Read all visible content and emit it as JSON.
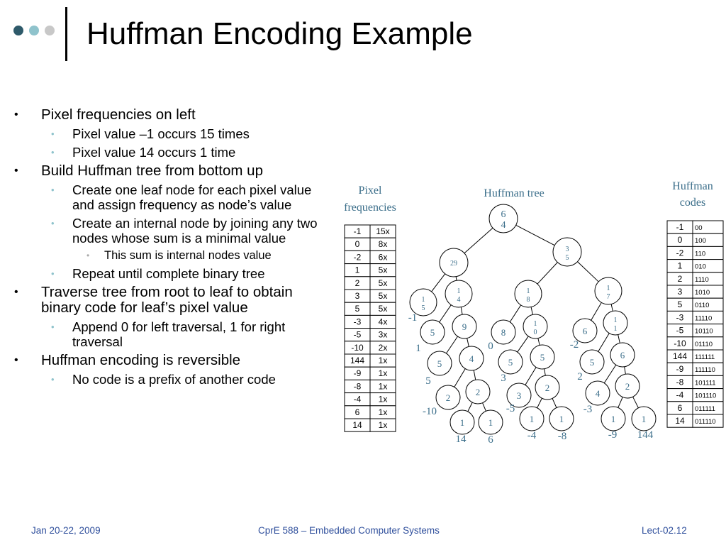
{
  "slide": {
    "title": "Huffman Encoding Example"
  },
  "bullets": [
    {
      "level": 1,
      "text": "Pixel frequencies on left"
    },
    {
      "level": 2,
      "text": "Pixel value –1 occurs 15 times"
    },
    {
      "level": 2,
      "text": "Pixel value 14 occurs 1 time"
    },
    {
      "level": 1,
      "text": "Build Huffman tree from bottom up"
    },
    {
      "level": 2,
      "text": "Create one leaf node for each pixel value and assign frequency as node’s value"
    },
    {
      "level": 2,
      "text": "Create an internal node by joining any two nodes whose sum is a minimal value"
    },
    {
      "level": 3,
      "text": "This sum is internal nodes value"
    },
    {
      "level": 2,
      "text": "Repeat until complete binary tree"
    },
    {
      "level": 1,
      "text": "Traverse tree from root to leaf to obtain binary code for leaf’s pixel value"
    },
    {
      "level": 2,
      "text": "Append 0 for left traversal, 1 for right traversal"
    },
    {
      "level": 1,
      "text": "Huffman encoding is reversible"
    },
    {
      "level": 2,
      "text": "No code is a prefix of another code"
    }
  ],
  "diagram": {
    "freq_title_line1": "Pixel",
    "freq_title_line2": "frequencies",
    "tree_title": "Huffman tree",
    "codes_title_line1": "Huffman",
    "codes_title_line2": "codes",
    "frequencies": [
      [
        "-1",
        "15x"
      ],
      [
        "0",
        "8x"
      ],
      [
        "-2",
        "6x"
      ],
      [
        "1",
        "5x"
      ],
      [
        "2",
        "5x"
      ],
      [
        "3",
        "5x"
      ],
      [
        "5",
        "5x"
      ],
      [
        "-3",
        "4x"
      ],
      [
        "-5",
        "3x"
      ],
      [
        "-10",
        "2x"
      ],
      [
        "144",
        "1x"
      ],
      [
        "-9",
        "1x"
      ],
      [
        "-8",
        "1x"
      ],
      [
        "-4",
        "1x"
      ],
      [
        "6",
        "1x"
      ],
      [
        "14",
        "1x"
      ]
    ],
    "codes": [
      [
        "-1",
        "00"
      ],
      [
        "0",
        "100"
      ],
      [
        "-2",
        "110"
      ],
      [
        "1",
        "010"
      ],
      [
        "2",
        "1110"
      ],
      [
        "3",
        "1010"
      ],
      [
        "5",
        "0110"
      ],
      [
        "-3",
        "11110"
      ],
      [
        "-5",
        "10110"
      ],
      [
        "-10",
        "01110"
      ],
      [
        "144",
        "111111"
      ],
      [
        "-9",
        "111110"
      ],
      [
        "-8",
        "101111"
      ],
      [
        "-4",
        "101110"
      ],
      [
        "6",
        "011111"
      ],
      [
        "14",
        "011110"
      ]
    ],
    "tree_nodes": [
      {
        "id": "root",
        "l1": "6",
        "l2": "4"
      },
      {
        "id": "n29",
        "l1": "29",
        "l2": ""
      },
      {
        "id": "n35",
        "l1": "3",
        "l2": "5"
      },
      {
        "id": "n15",
        "l1": "1",
        "l2": "5"
      },
      {
        "id": "n14",
        "l1": "1",
        "l2": "4"
      },
      {
        "id": "n18",
        "l1": "1",
        "l2": "8"
      },
      {
        "id": "n17",
        "l1": "1",
        "l2": "7"
      },
      {
        "id": "n5a",
        "l1": "5",
        "l2": ""
      },
      {
        "id": "n9",
        "l1": "9",
        "l2": ""
      },
      {
        "id": "n8",
        "l1": "8",
        "l2": ""
      },
      {
        "id": "n10",
        "l1": "1",
        "l2": "0"
      },
      {
        "id": "n6",
        "l1": "6",
        "l2": ""
      },
      {
        "id": "n11",
        "l1": "1",
        "l2": "1"
      },
      {
        "id": "n5b",
        "l1": "5",
        "l2": ""
      },
      {
        "id": "n4a",
        "l1": "4",
        "l2": ""
      },
      {
        "id": "n5c",
        "l1": "5",
        "l2": ""
      },
      {
        "id": "n5d",
        "l1": "5",
        "l2": ""
      },
      {
        "id": "n5e",
        "l1": "5",
        "l2": ""
      },
      {
        "id": "n6b",
        "l1": "6",
        "l2": ""
      },
      {
        "id": "n2a",
        "l1": "2",
        "l2": ""
      },
      {
        "id": "n2b",
        "l1": "2",
        "l2": ""
      },
      {
        "id": "n3",
        "l1": "3",
        "l2": ""
      },
      {
        "id": "n2c",
        "l1": "2",
        "l2": ""
      },
      {
        "id": "n4b",
        "l1": "4",
        "l2": ""
      },
      {
        "id": "n2d",
        "l1": "2",
        "l2": ""
      },
      {
        "id": "l14",
        "l1": "1",
        "l2": ""
      },
      {
        "id": "l6",
        "l1": "1",
        "l2": ""
      },
      {
        "id": "lm4",
        "l1": "1",
        "l2": ""
      },
      {
        "id": "lm8",
        "l1": "1",
        "l2": ""
      },
      {
        "id": "lm9",
        "l1": "1",
        "l2": ""
      },
      {
        "id": "l144",
        "l1": "1",
        "l2": ""
      }
    ],
    "leaf_labels": [
      {
        "id": "m1",
        "text": "-1"
      },
      {
        "id": "p1",
        "text": "1"
      },
      {
        "id": "p5",
        "text": "5"
      },
      {
        "id": "m10",
        "text": "-10"
      },
      {
        "id": "p14",
        "text": "14"
      },
      {
        "id": "p6",
        "text": "6"
      },
      {
        "id": "p0",
        "text": "0"
      },
      {
        "id": "p3",
        "text": "3"
      },
      {
        "id": "m5",
        "text": "-5"
      },
      {
        "id": "m4",
        "text": "-4"
      },
      {
        "id": "m8",
        "text": "-8"
      },
      {
        "id": "m2",
        "text": "-2"
      },
      {
        "id": "p2",
        "text": "2"
      },
      {
        "id": "m3",
        "text": "-3"
      },
      {
        "id": "m9",
        "text": "-9"
      },
      {
        "id": "p144",
        "text": "144"
      }
    ]
  },
  "footer": {
    "date": "Jan 20-22, 2009",
    "course": "CprE 588 – Embedded Computer Systems",
    "lecture": "Lect-02.12"
  },
  "colors": {
    "tree_text": "#3b6e8a",
    "footer_text": "#2f4f9c",
    "dot_dark": "#2e5a6a",
    "dot_mid": "#8fc3cc",
    "dot_light": "#c8c8c8"
  }
}
